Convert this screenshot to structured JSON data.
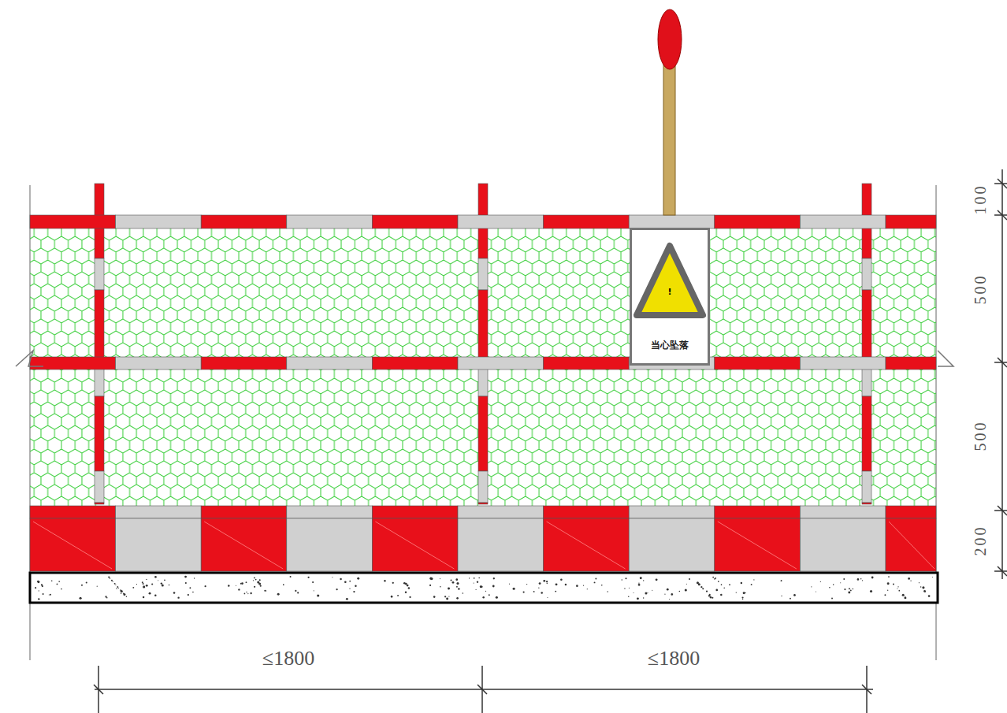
{
  "diagram": {
    "nodes": [
      {
        "text": [
          "!",
          "当心坠落"
        ]
      }
    ],
    "labels": [
      "100",
      "500",
      "500",
      "200",
      "≤1800",
      "≤1800"
    ]
  }
}
